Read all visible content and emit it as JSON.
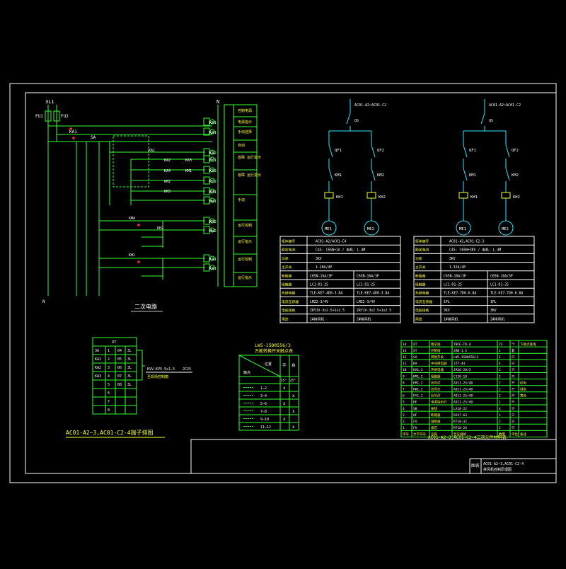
{
  "colors": {
    "background": "#000000",
    "frame": "#ffffff",
    "circuit": "#33ff33",
    "power": "#33e6ff",
    "label": "#ffff33",
    "accent": "#ff3333"
  },
  "left_circuit": {
    "supply_left": "3L1",
    "supply_right": "N",
    "fu1": "FU1",
    "fu2": "FU2",
    "ka1": "KA1",
    "sa": "SA",
    "relay_labels": [
      "KA1",
      "KA2",
      "KA3",
      "KA4",
      "KM1",
      "KM2",
      "KM3",
      "KM4",
      "KH1",
      "KH2"
    ],
    "coil_labels": [
      "KA1",
      "KA1",
      "KA2",
      "HY1",
      "KA3",
      "HY2",
      "KM1",
      "HW1",
      "KM2",
      "HW2"
    ],
    "title": "二次电路"
  },
  "function_column": {
    "items": [
      "控制电源",
      "电源指示",
      "手动选择",
      "自动",
      "故障 运行指示",
      "故障 运行指示",
      "手动",
      "运行控制",
      "运行指示",
      "运行控制",
      "运行指示"
    ]
  },
  "power_cubicles": [
    {
      "feeder": "AC01-A2~AC01-C2",
      "breaker": "QS",
      "branches": [
        {
          "qf": "QF1",
          "km": "KM1",
          "kh": "KH1",
          "motor": "ME1"
        },
        {
          "qf": "QF2",
          "km": "KM2",
          "kh": "KH2",
          "motor": "ME2"
        }
      ]
    },
    {
      "feeder": "AC01-A2~AC01-C2",
      "breaker": "QS",
      "branches": [
        {
          "qf": "QF1",
          "km": "KM1",
          "kh": "KH1",
          "motor": "ME1"
        },
        {
          "qf": "QF2",
          "km": "KM2",
          "kh": "KH2",
          "motor": "ME2"
        }
      ]
    }
  ],
  "equipment_tables": [
    {
      "header": "AC01-A2/AC01-C4",
      "rows": [
        [
          "柜体编号",
          "AC01-A2/AC01-C4",
          ""
        ],
        [
          "额定电流",
          "C45: C65N+1A / 电机: L.4M",
          ""
        ],
        [
          "功率",
          "3KV",
          ""
        ],
        [
          "主开关",
          "1-20A/4P",
          ""
        ],
        [
          "断路器",
          "C65N-16A/3P",
          "C65N-16A/3P"
        ],
        [
          "接触器",
          "LC1-D1-25",
          "LC1-D1-25"
        ],
        [
          "热继电器",
          "TLE-KE7-4D0-3.8A",
          "TLE-KE7-4D0-3.8A"
        ],
        [
          "电流互感器",
          "LMZ2-3/4V",
          "LMZ2-3/4V"
        ],
        [
          "电缆规格",
          "ZRYJV-3x2.5+1x2.5",
          "ZRYJV-3x2.5+1x2.5"
        ],
        [
          "用途",
          "1#排风机",
          "2#排风机"
        ]
      ]
    },
    {
      "header": "AC01-A2,AC01-C2-3",
      "rows": [
        [
          "柜体编号",
          "AC01-A2,AC01-C2-3",
          ""
        ],
        [
          "额定电流",
          "C45: C65N+3KV / 电机: L.4M",
          ""
        ],
        [
          "功率",
          "3KV",
          ""
        ],
        [
          "主开关",
          "1-32A/4P",
          ""
        ],
        [
          "断路器",
          "C65N-10A/3P",
          "C65N-10A/3P"
        ],
        [
          "接触器",
          "LC1-D1-25",
          "LC1-D1-25"
        ],
        [
          "热继电器",
          "TLE-KE7-7D0-6.8A",
          "TLE-KE7-7D0-6.8A"
        ],
        [
          "电流互感器",
          "1PL",
          "1PL"
        ],
        [
          "电缆规格",
          "3KV",
          "3KV"
        ],
        [
          "用途",
          "1#排风机",
          "2#排风机"
        ]
      ]
    }
  ],
  "terminal_strip": {
    "header": "XT",
    "rows": [
      [
        "3A",
        "1",
        "04",
        "3L"
      ],
      [
        "KA1",
        "2",
        "05",
        "3L"
      ],
      [
        "KA2",
        "3",
        "06",
        "3L"
      ],
      [
        "KA3",
        "4",
        "07",
        "3L"
      ],
      [
        "",
        "5",
        "08",
        "3L"
      ],
      [
        "",
        "6",
        "",
        ""
      ],
      [
        "",
        "7",
        "",
        ""
      ],
      [
        "",
        "8",
        "",
        ""
      ]
    ],
    "cable": "KVV-KVV-5x1.5",
    "cable_num": "JC25",
    "cable_note": "至现场控制箱",
    "caption": "AC01-A2~3,AC01-C2-4端子排图"
  },
  "switch_table": {
    "title": "LW5-15D0556/3",
    "subtitle": "万能转换开关触点表",
    "diag_top": "位置",
    "diag_bottom": "触点",
    "col_heads": [
      "手",
      "自"
    ],
    "col_sub": [
      "45°",
      "45°"
    ],
    "rows": [
      {
        "contact": "1—2",
        "a": "x",
        "b": ""
      },
      {
        "contact": "3—4",
        "a": "",
        "b": "x"
      },
      {
        "contact": "5—6",
        "a": "x",
        "b": ""
      },
      {
        "contact": "7—8",
        "a": "",
        "b": "x"
      },
      {
        "contact": "9—10",
        "a": "x",
        "b": ""
      },
      {
        "contact": "11—12",
        "a": "",
        "b": "x"
      }
    ]
  },
  "parts_list": {
    "rows": [
      [
        "14",
        "XT",
        "端子排",
        "TBCE-TR-4",
        "23",
        "个",
        "下接点排线"
      ],
      [
        "13",
        "XT",
        "控制线",
        "ZRB-1.5",
        "1",
        "套",
        ""
      ],
      [
        "12",
        "SA",
        "转换开关",
        "LW5-15D0556/3",
        "1",
        "只",
        ""
      ],
      [
        "11",
        "KA",
        "中间继电器",
        "JZ7-44",
        "4",
        "只",
        ""
      ],
      [
        "10",
        "KH1,2",
        "热继电器",
        "JR36-20/3",
        "2",
        "只",
        ""
      ],
      [
        "9",
        "KM1,2",
        "接触器",
        "CJ20-10",
        "2",
        "只",
        ""
      ],
      [
        "8",
        "HR1,2",
        "信号灯",
        "AD11-25/40",
        "2",
        "只",
        "红色"
      ],
      [
        "7",
        "HW1,2",
        "信号灯",
        "AD11-25/40",
        "2",
        "只",
        "绿色"
      ],
      [
        "6",
        "HY1,2",
        "信号灯",
        "AD11-25/40",
        "2",
        "只",
        "黄色"
      ],
      [
        "5",
        "HE",
        "电源指示灯",
        "AD11-25/40",
        "1",
        "只",
        ""
      ],
      [
        "4",
        "SB",
        "按钮",
        "LA18-22",
        "4",
        "只",
        ""
      ],
      [
        "3",
        "QF",
        "断路器",
        "DZ47-63",
        "1",
        "只",
        ""
      ],
      [
        "2",
        "FU",
        "熔断器",
        "RT18-32",
        "2",
        "只",
        ""
      ],
      [
        "1",
        "FU",
        "熔芯",
        "RT18-2A",
        "2",
        "只",
        ""
      ]
    ],
    "footer": [
      "序号",
      "文字符号",
      "名称",
      "型号规格",
      "数量",
      "单位",
      "备注"
    ],
    "caption": "AC01-A2~3,AC01-C2-4二次元件材料表"
  },
  "title_block": {
    "label": "图名",
    "text1": "AC01-A2~3,AC01-C2-4",
    "text2": "排风机控制原理图"
  }
}
